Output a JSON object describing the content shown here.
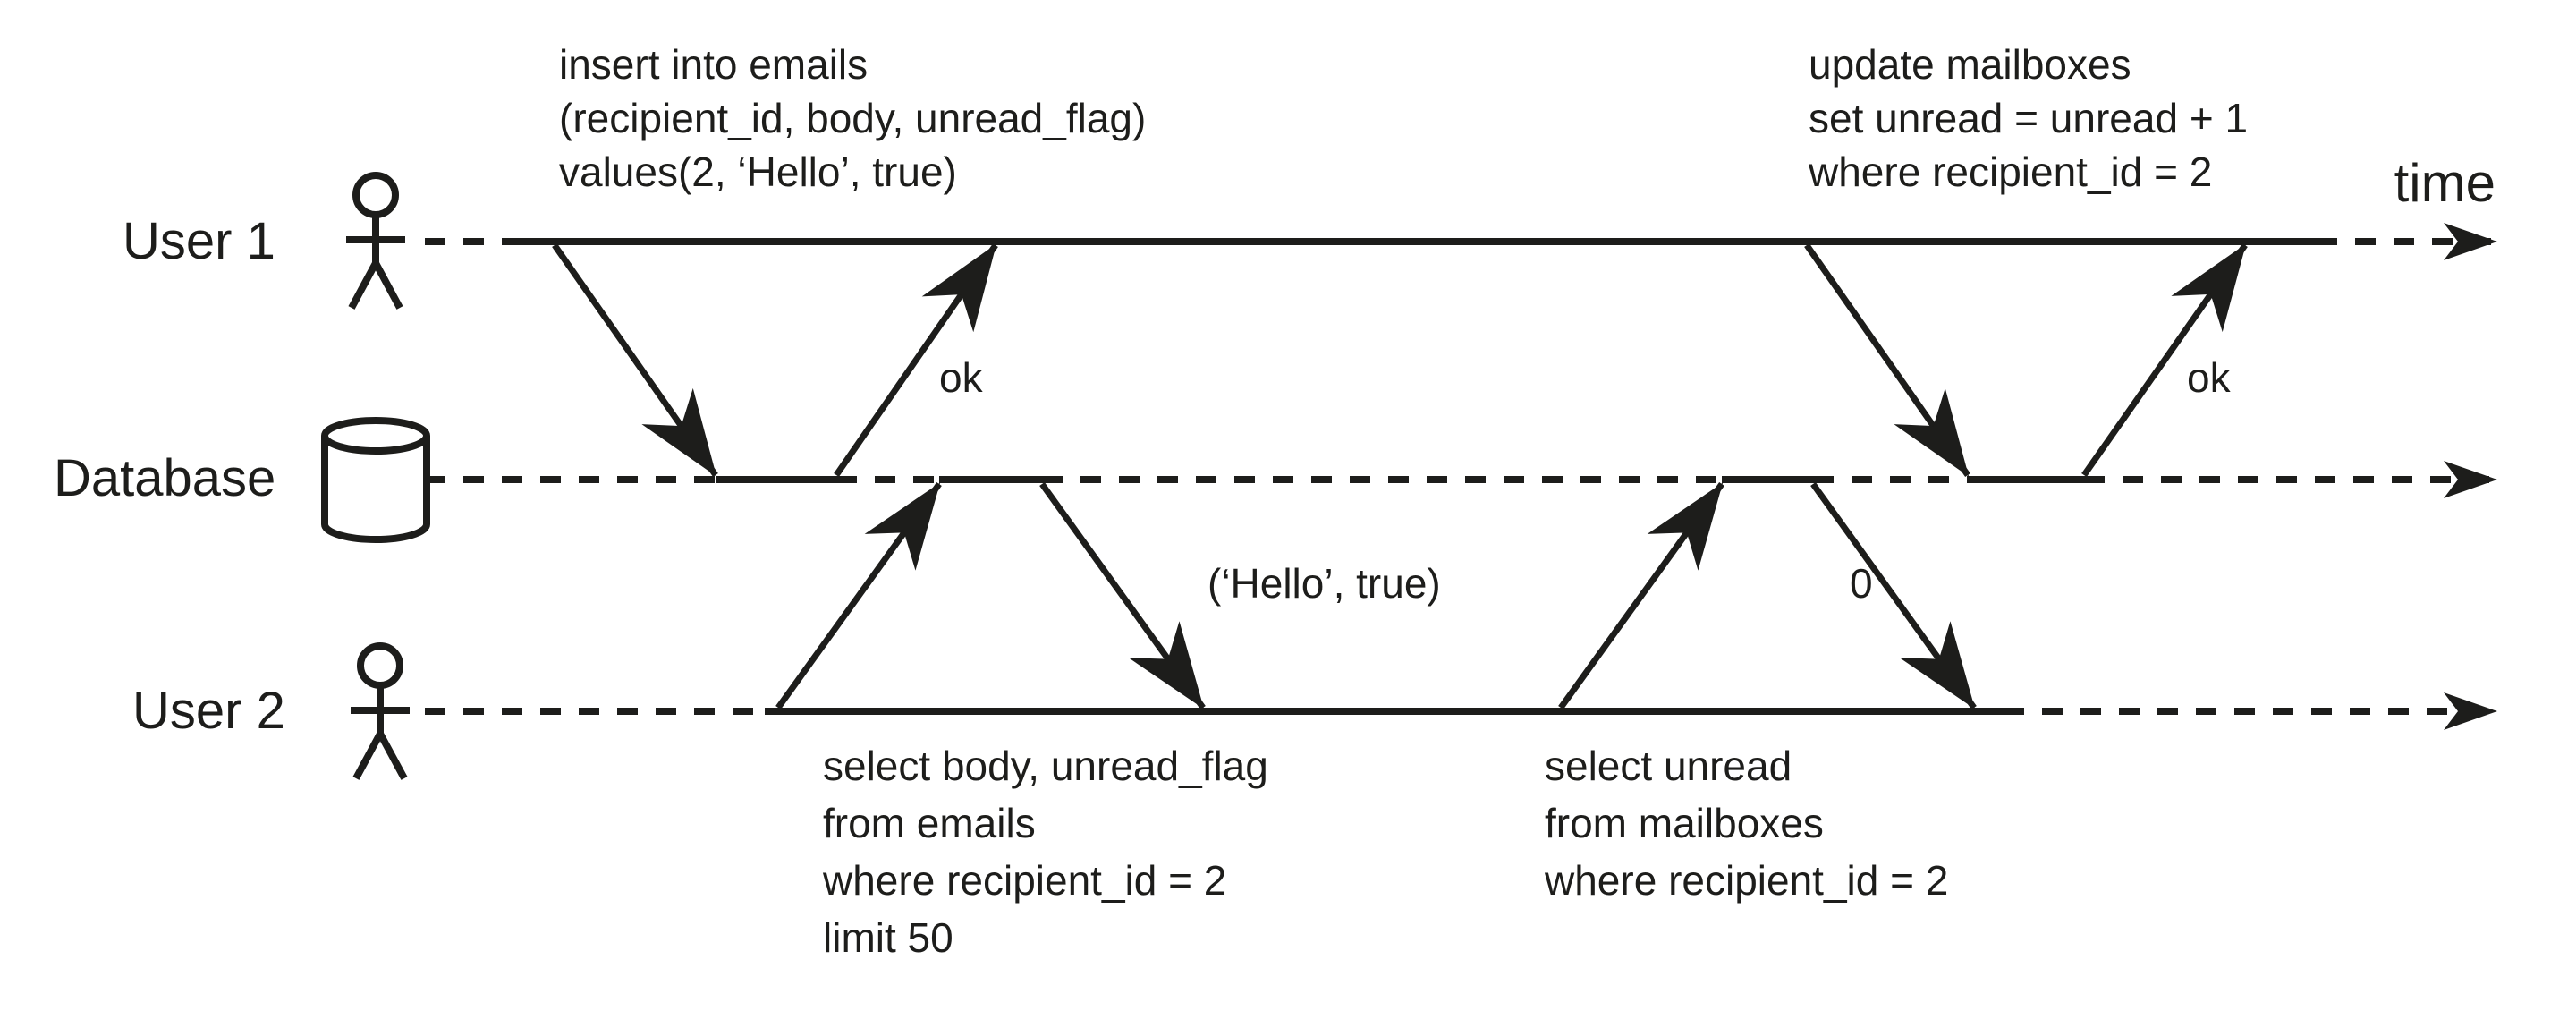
{
  "figure": {
    "type": "sequence-diagram",
    "time_label": "time",
    "colors": {
      "ink": "#1d1d1b",
      "background": "#ffffff"
    },
    "actors": [
      {
        "label": "User 1",
        "icon": "person-icon"
      },
      {
        "label": "Database",
        "icon": "database-cylinder-icon"
      },
      {
        "label": "User 2",
        "icon": "person-icon"
      }
    ],
    "messages": [
      {
        "from": "User 1",
        "to": "Database",
        "lines": [
          "insert into emails",
          "(recipient_id, body, unread_flag)",
          "values(2, ‘Hello’, true)"
        ]
      },
      {
        "from": "Database",
        "to": "User 1",
        "lines": [
          "ok"
        ]
      },
      {
        "from": "User 2",
        "to": "Database",
        "lines": [
          "select body, unread_flag",
          "from emails",
          "where recipient_id = 2",
          "limit 50"
        ]
      },
      {
        "from": "Database",
        "to": "User 2",
        "lines": [
          "(‘Hello’, true)"
        ]
      },
      {
        "from": "User 2",
        "to": "Database",
        "lines": [
          "select unread",
          "from mailboxes",
          "where recipient_id = 2"
        ]
      },
      {
        "from": "Database",
        "to": "User 2",
        "lines": [
          "0"
        ]
      },
      {
        "from": "User 1",
        "to": "Database",
        "lines": [
          "update mailboxes",
          "set unread = unread + 1",
          "where recipient_id = 2"
        ]
      },
      {
        "from": "Database",
        "to": "User 1",
        "lines": [
          "ok"
        ]
      }
    ]
  }
}
